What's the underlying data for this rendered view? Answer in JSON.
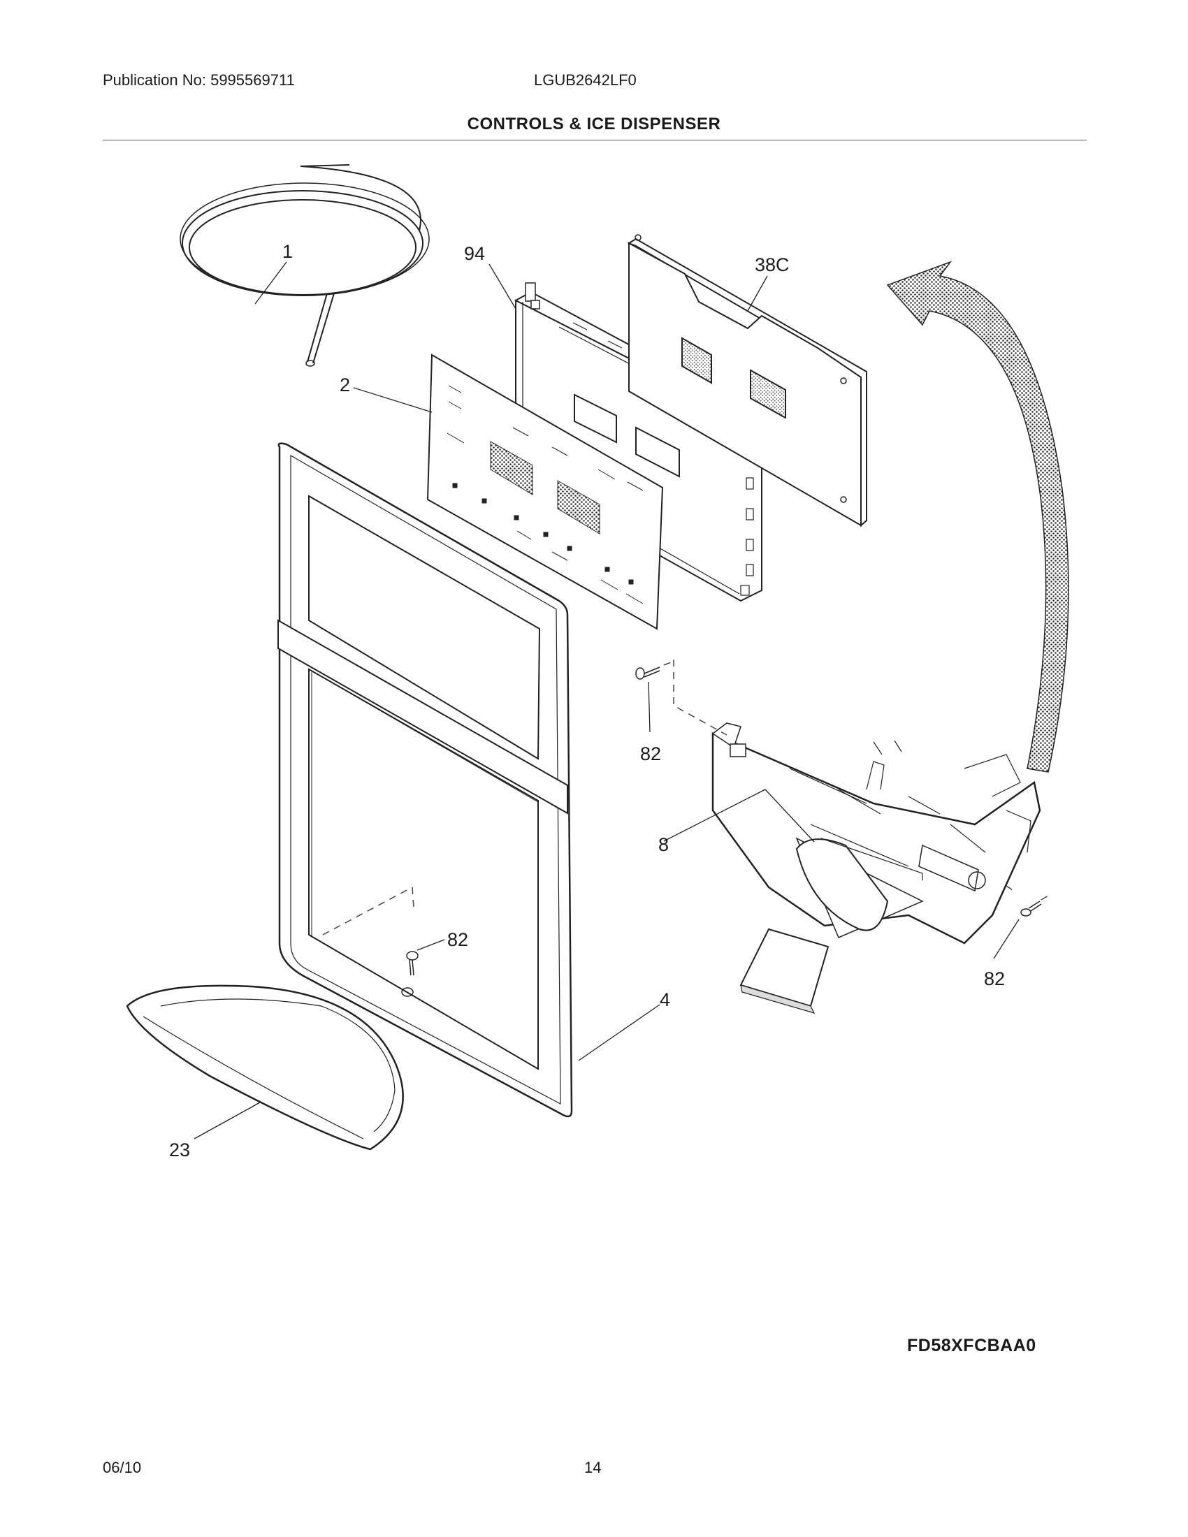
{
  "header": {
    "publication": "Publication No: 5995569711",
    "model": "LGUB2642LF0",
    "title": "CONTROLS & ICE DISPENSER"
  },
  "callouts": {
    "p1": "1",
    "p94": "94",
    "p38c": "38C",
    "p2": "2",
    "p82_upper": "82",
    "p8": "8",
    "p82_center": "82",
    "p82_right": "82",
    "p4": "4",
    "p23": "23"
  },
  "footer": {
    "diagram_code": "FD58XFCBAA0",
    "date": "06/10",
    "page_number": "14"
  }
}
